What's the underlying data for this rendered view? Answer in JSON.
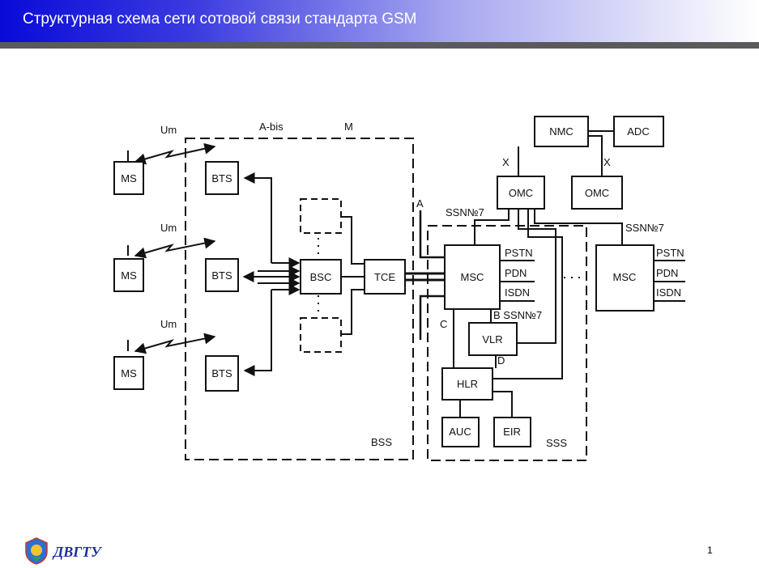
{
  "title": "Структурная схема сети сотовой связи стандарта GSM",
  "footer": {
    "logo_text": "ДВГТУ",
    "page_number": "1"
  },
  "nodes": {
    "ms1": "MS",
    "ms2": "MS",
    "ms3": "MS",
    "bts1": "BTS",
    "bts2": "BTS",
    "bts3": "BTS",
    "bsc": "BSC",
    "tce": "TCE",
    "msc_main": "MSC",
    "msc_remote": "MSC",
    "vlr": "VLR",
    "hlr": "HLR",
    "auc": "AUC",
    "eir": "EIR",
    "nmc": "NMC",
    "adc": "ADC",
    "omc1": "OMC",
    "omc2": "OMC"
  },
  "labels": {
    "um1": "Um",
    "um2": "Um",
    "um3": "Um",
    "abis": "A-bis",
    "m": "M",
    "a": "A",
    "ss7_1": "SSN№7",
    "ss7_2": "SSN№7",
    "ss7_3": "B  SSN№7",
    "x1": "X",
    "x2": "X",
    "c": "C",
    "d": "D",
    "bss": "BSS",
    "sss": "SSS",
    "pstn1": "PSTN",
    "pdn1": "PDN",
    "isdn1": "ISDN",
    "pstn2": "PSTN",
    "pdn2": "PDN",
    "isdn2": "ISDN"
  },
  "colors": {
    "title_bar_start": "#0a0ad8",
    "title_text": "#ffffff",
    "rule": "#5a5a5a",
    "logo_text": "#1a2ea0"
  }
}
